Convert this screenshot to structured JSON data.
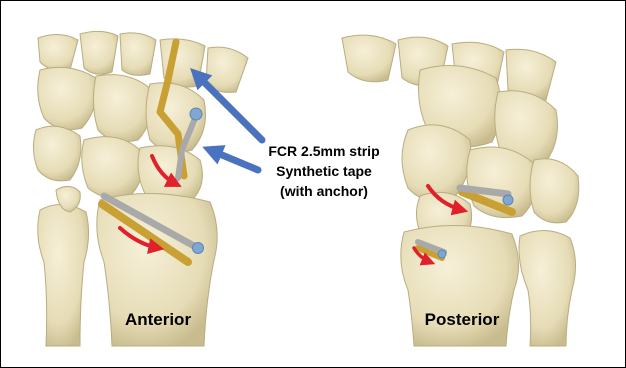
{
  "figure": {
    "labels": {
      "anterior": "Anterior",
      "posterior": "Posterior",
      "fcr_strip": "FCR 2.5mm strip",
      "synthetic_tape_line1": "Synthetic  tape",
      "synthetic_tape_line2": "(with anchor)"
    },
    "colors": {
      "bone": "#ede5c6",
      "bone_shadow": "#c7bb8f",
      "fcr_strip": "#c9a033",
      "synthetic_tape": "#a9a9a9",
      "anchor": "#7fa7cf",
      "pointer_arrow": "#4a72bf",
      "rotation_arrow": "#e0202a"
    }
  }
}
